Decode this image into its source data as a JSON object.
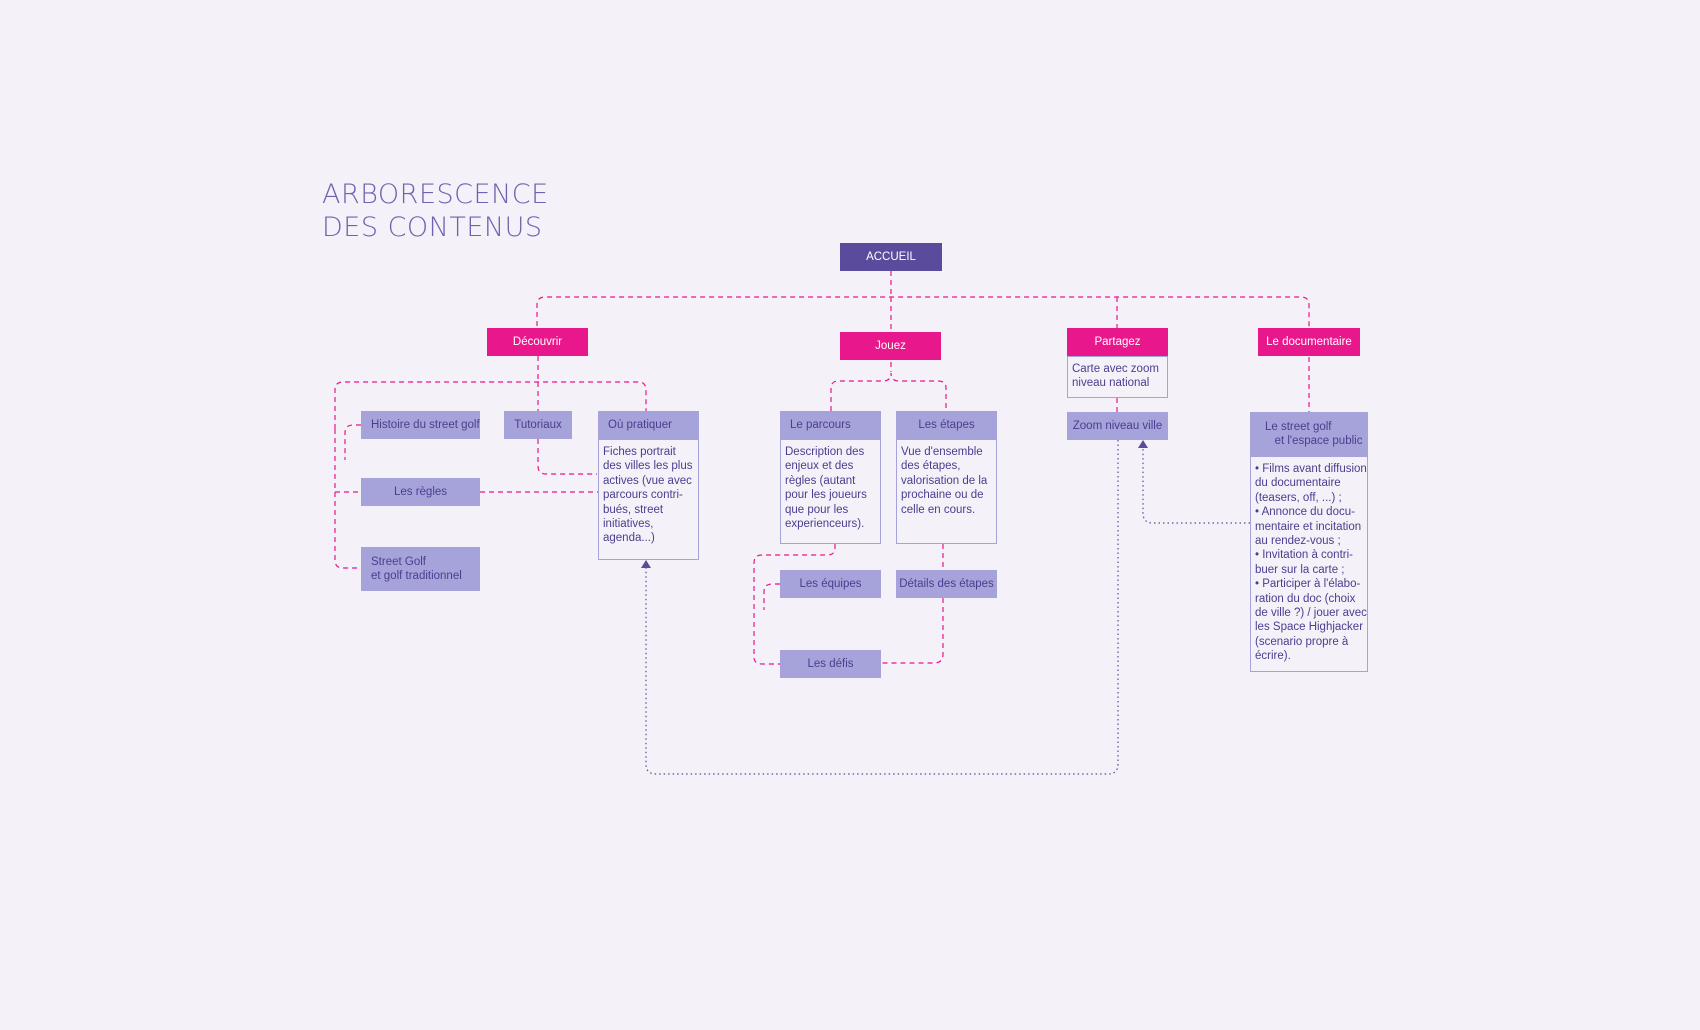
{
  "title": {
    "line1": "ARBORESCENCE",
    "line2": "DES CONTENUS"
  },
  "root": "ACCUEIL",
  "sections": {
    "decouvrir": "Découvrir",
    "jouez": "Jouez",
    "partagez": "Partagez",
    "documentaire": "Le documentaire"
  },
  "decouvrir": {
    "histoire": "Histoire du street golf",
    "tutoriaux": "Tutoriaux",
    "ou_pratiquer": "Où pratiquer",
    "ou_pratiquer_desc": "Fiches portrait\ndes villes les plus\nactives (vue avec\nparcours contri-\nbués, street\ninitiatives,\nagenda...)",
    "regles": "Les règles",
    "street_golf": "Street Golf\net golf traditionnel"
  },
  "jouez": {
    "parcours": "Le parcours",
    "parcours_desc": "Description des\nenjeux et des\nrègles (autant\npour les joueurs\nque pour les\nexperienceurs).",
    "etapes": "Les étapes",
    "etapes_desc": "Vue d'ensemble\ndes étapes,\nvalorisation de la\nprochaine ou de\ncelle en cours.",
    "equipes": "Les équipes",
    "details_etapes": "Détails des étapes",
    "defis": "Les défis"
  },
  "partagez": {
    "carte_desc": "Carte avec zoom\nniveau national",
    "zoom_ville": "Zoom niveau ville"
  },
  "documentaire": {
    "espace_public": "Le street golf\n   et l'espace public",
    "desc": "• Films avant diffusion\ndu documentaire\n(teasers, off, ...) ;\n• Annonce du docu-\nmentaire et incitation\nau rendez-vous ;\n• Invitation à contri-\nbuer sur la carte ;\n• Participer à l'élabo-\nration du doc (choix\nde ville ?) / jouer avec\nles Space Highjacker\n(scenario propre à\nécrire)."
  },
  "colors": {
    "background": "#f4f1f8",
    "root": "#5a4b9c",
    "section": "#e8178b",
    "subsection": "#a5a3d9",
    "text": "#4a3e8f",
    "connector_dashed": "#e8178b",
    "connector_dotted": "#5a4b9c"
  }
}
